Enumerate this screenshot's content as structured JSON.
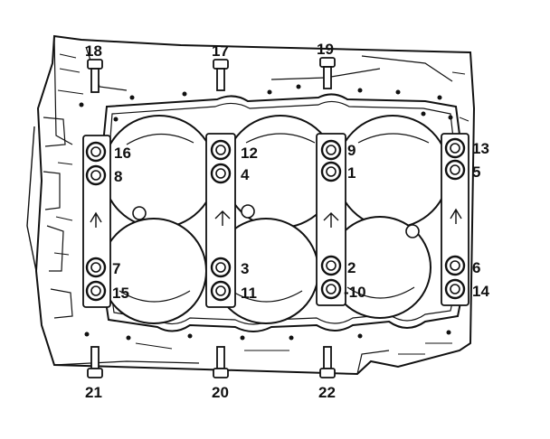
{
  "labels": {
    "b1": "1",
    "b2": "2",
    "b3": "3",
    "b4": "4",
    "b5": "5",
    "b6": "6",
    "b7": "7",
    "b8": "8",
    "b9": "9",
    "b10": "-10",
    "b11": "11",
    "b12": "12",
    "b13": "13",
    "b14": "14",
    "b15": "15",
    "b16": "16",
    "b17": "17",
    "b18": "18",
    "b19": "19",
    "b20": "20",
    "b21": "21",
    "b22": "22"
  },
  "colors": {
    "line": "#111111",
    "fill": "#ffffff"
  }
}
